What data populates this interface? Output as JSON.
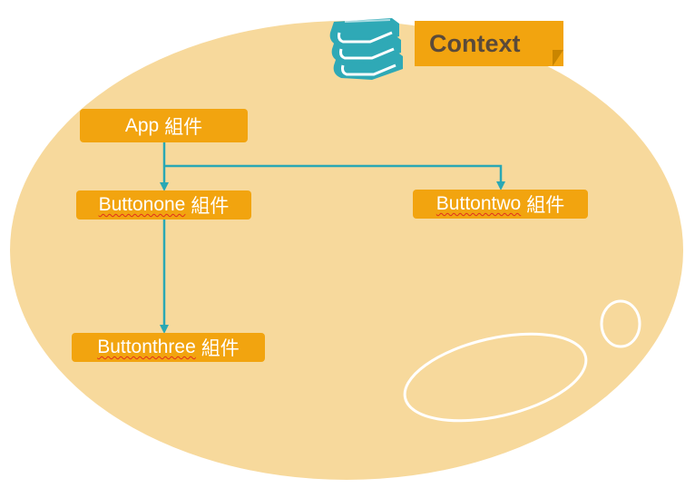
{
  "title": "Context",
  "nodes": {
    "app": {
      "name": "App",
      "suffix": "組件"
    },
    "buttonone": {
      "name": "Buttonone",
      "suffix": "組件"
    },
    "buttontwo": {
      "name": "Buttontwo",
      "suffix": "組件"
    },
    "buttonthree": {
      "name": "Buttonthree",
      "suffix": "組件"
    }
  },
  "edges": [
    {
      "from": "App",
      "to": "Buttonone"
    },
    {
      "from": "App",
      "to": "Buttontwo"
    },
    {
      "from": "Buttonone",
      "to": "Buttonthree"
    }
  ],
  "icon": "books-icon",
  "colors": {
    "background_ellipse": "#f7d99c",
    "node_fill": "#f2a40f",
    "node_text": "#ffffff",
    "connector": "#2aa8b4",
    "icon": "#2fa9b6",
    "title_text": "#5a4a3a",
    "decor_outline": "#ffffff"
  }
}
